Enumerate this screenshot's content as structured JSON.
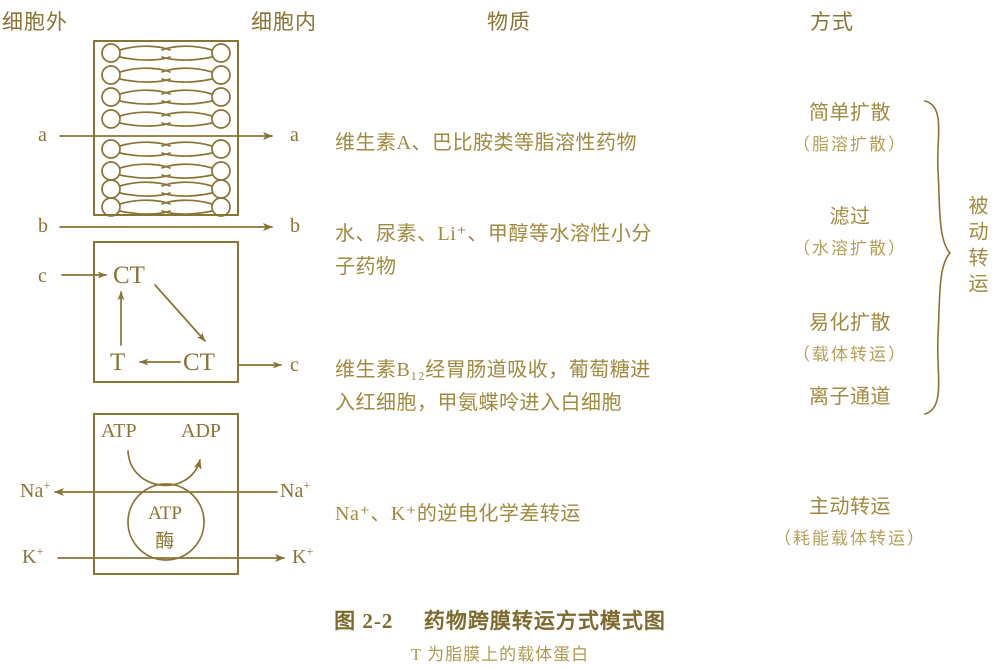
{
  "headers": {
    "extracellular": "细胞外",
    "intracellular": "细胞内",
    "substance": "物质",
    "method": "方式"
  },
  "pathways": [
    {
      "key": "a",
      "label_left": "a",
      "label_right": "a"
    },
    {
      "key": "b",
      "label_left": "b",
      "label_right": "b"
    },
    {
      "key": "c",
      "label_left": "c",
      "label_right": "c"
    }
  ],
  "membrane": {
    "rows_above": 4,
    "rows_below": 4,
    "description": "phospholipid-bilayer"
  },
  "carrier_box": {
    "ct_top": "CT",
    "ct_bottom": "CT",
    "t_label": "T"
  },
  "pump_box": {
    "atp": "ATP",
    "adp": "ADP",
    "enzyme_line1": "ATP",
    "enzyme_line2": "酶",
    "na_out": "Na",
    "na_in": "Na",
    "k_out": "K",
    "k_in": "K",
    "charge": "+"
  },
  "substances": [
    {
      "id": "a",
      "lines": [
        "维生素A、巴比胺类等脂溶性药物"
      ]
    },
    {
      "id": "b",
      "lines": [
        "水、尿素、Li⁺、甲醇等水溶性小分",
        "子药物"
      ]
    },
    {
      "id": "c",
      "lines": [
        "维生素B₁₂经胃肠道吸收，葡萄糖进",
        "入红细胞，甲氨蝶呤进入白细胞"
      ]
    },
    {
      "id": "d",
      "lines": [
        "Na⁺、K⁺的逆电化学差转运"
      ]
    }
  ],
  "methods": [
    {
      "name": "简单扩散",
      "alt": "（脂溶扩散）"
    },
    {
      "name": "滤过",
      "alt": "（水溶扩散）"
    },
    {
      "name": "易化扩散",
      "alt": "（载体转运）"
    },
    {
      "name": "离子通道",
      "alt": ""
    },
    {
      "name": "主动转运",
      "alt": "（耗能载体转运）"
    }
  ],
  "group_label": "被动转运",
  "caption": {
    "figure_number": "图 2-2",
    "title": "药物跨膜转运方式模式图",
    "note": "T 为脂膜上的载体蛋白"
  },
  "colors": {
    "ink": "#8a7434",
    "ink_light": "#a08a3e",
    "ink_faint": "#b5a05a",
    "background": "#ffffff"
  }
}
